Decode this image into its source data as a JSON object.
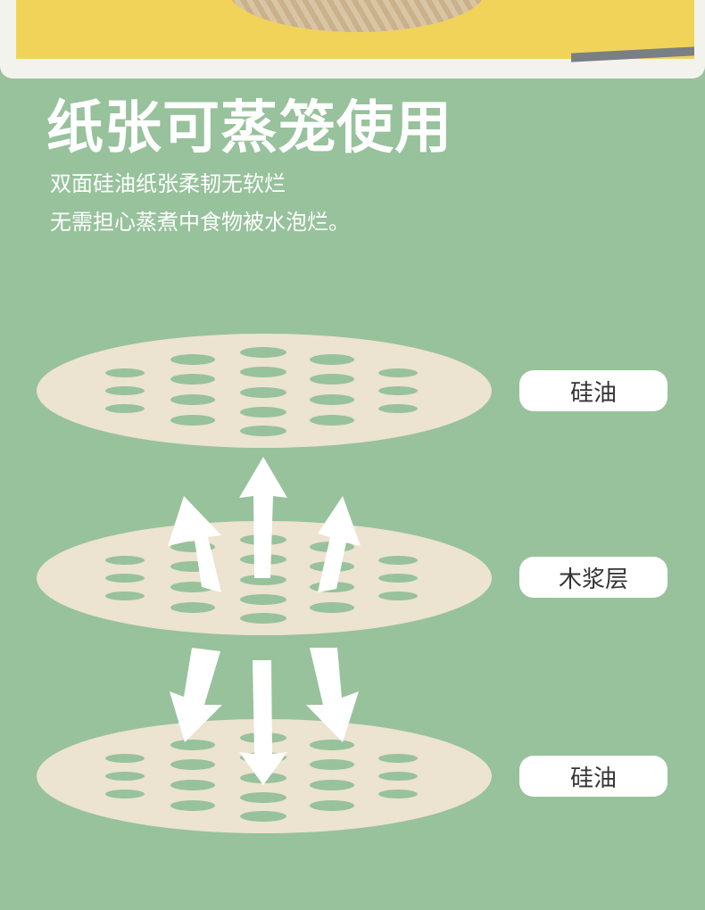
{
  "heading": "纸张可蒸笼使用",
  "description": {
    "line1": "双面硅油纸张柔韧无软烂",
    "line2": "无需担心蒸煮中食物被水泡烂。"
  },
  "layers": [
    {
      "label": "硅油"
    },
    {
      "label": "木浆层"
    },
    {
      "label": "硅油"
    }
  ],
  "colors": {
    "background": "#97c29c",
    "disc": "#ece3d0",
    "label_bg": "#ffffff",
    "arrow": "#ffffff"
  }
}
